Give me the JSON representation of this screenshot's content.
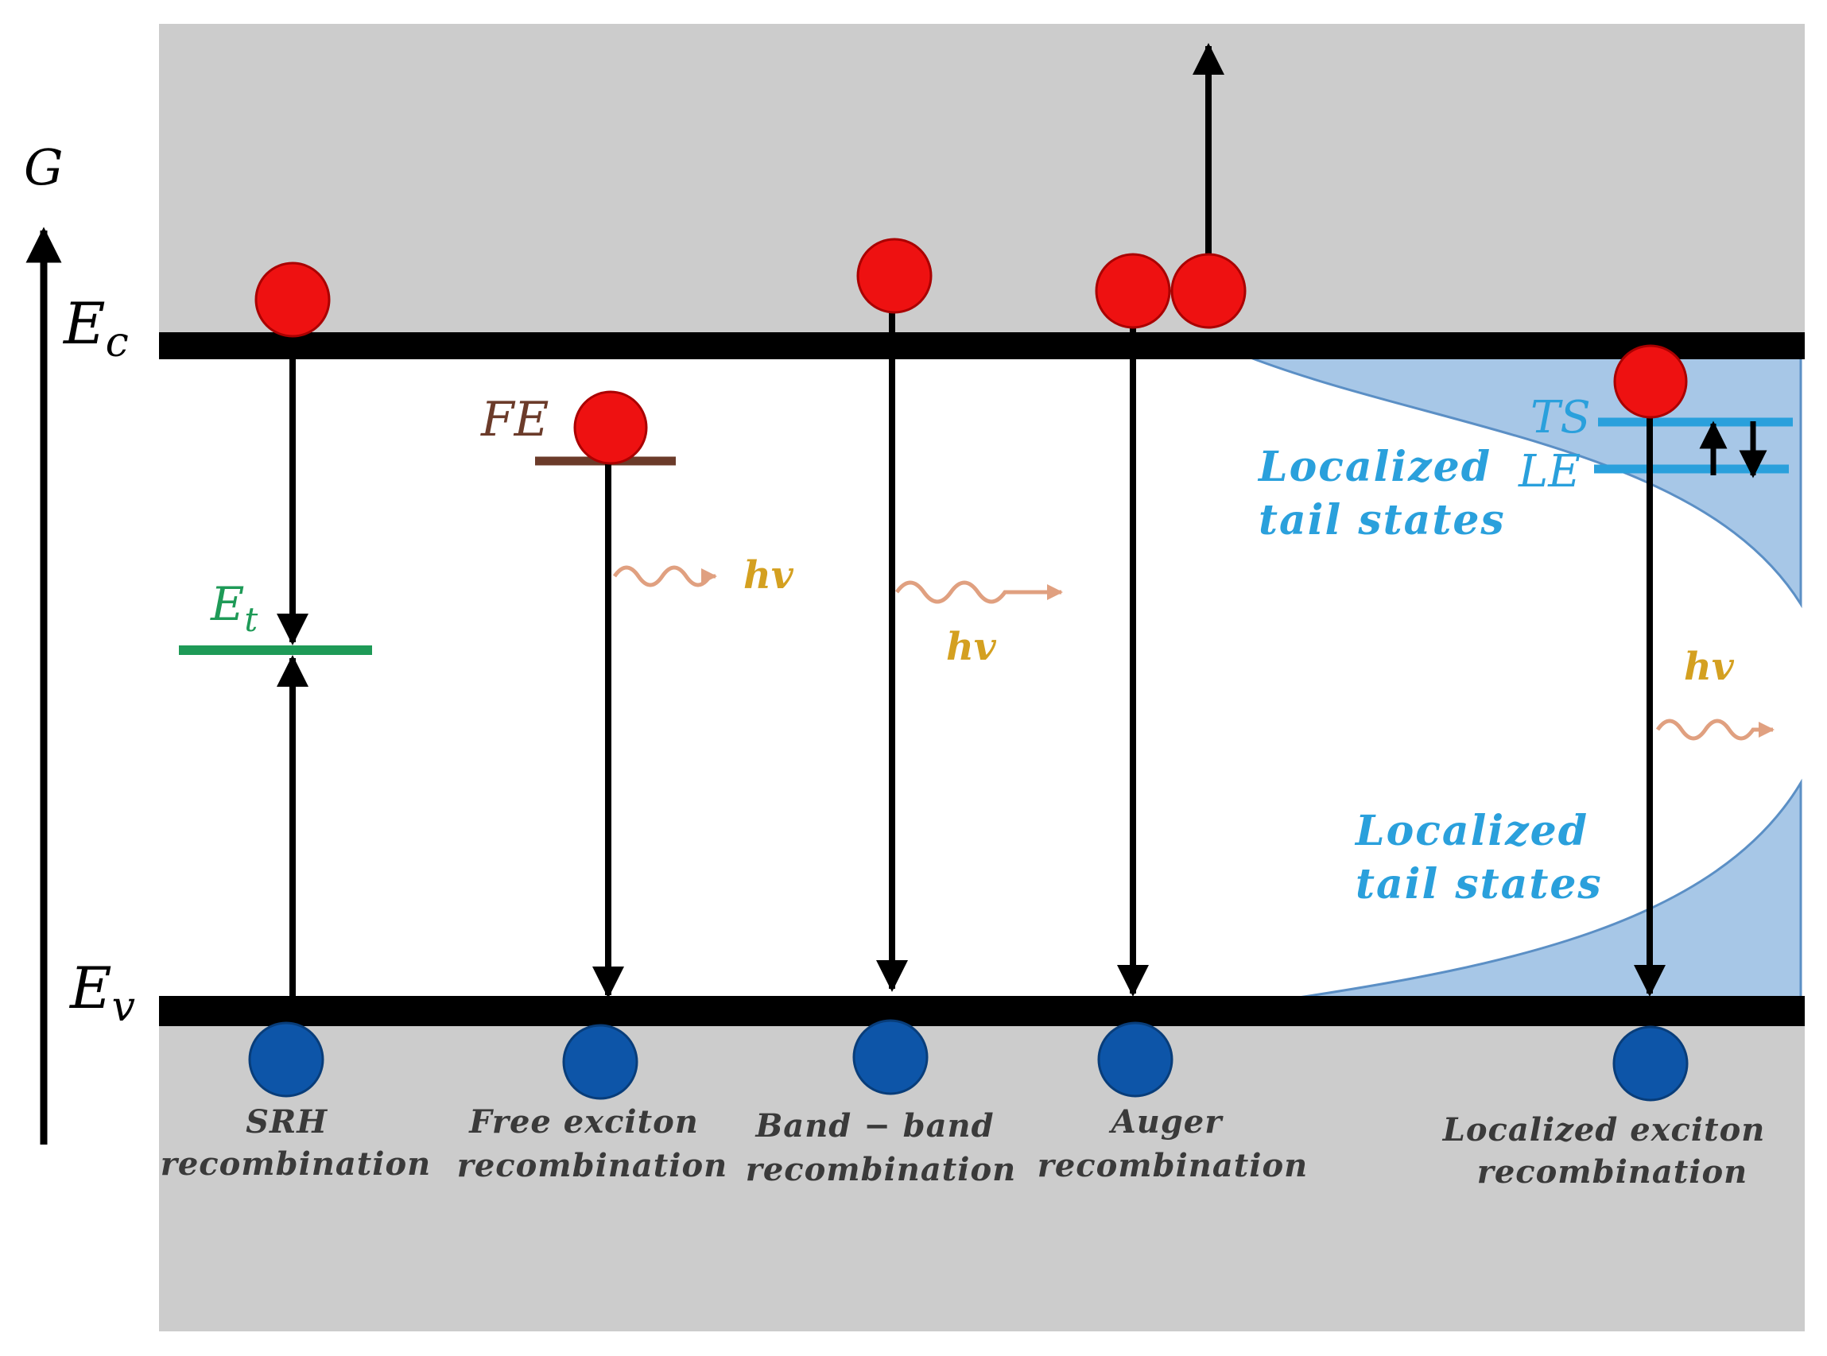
{
  "axis": {
    "label": "G"
  },
  "bands": {
    "conduction": "E",
    "conduction_sub": "c",
    "valence": "E",
    "valence_sub": "v"
  },
  "levels": {
    "trap": "E",
    "trap_sub": "t",
    "free_exciton": "FE",
    "ts": "TS",
    "le": "LE"
  },
  "photon": {
    "label": "hv"
  },
  "tail_states": {
    "upper": [
      "Localized",
      "tail states"
    ],
    "lower": [
      "Localized",
      "tail states"
    ]
  },
  "mechanisms": [
    {
      "line1": "SRH",
      "line2": "recombination"
    },
    {
      "line1": "Free exciton",
      "line2": "recombination"
    },
    {
      "line1": "Band − band",
      "line2": "recombination"
    },
    {
      "line1": "Auger",
      "line2": "recombination"
    },
    {
      "line1": "Localized exciton",
      "line2": "recombination"
    }
  ],
  "colors": {
    "background": "#cccccc",
    "gap": "#ffffff",
    "band_line": "#000000",
    "electron": "#ee1111",
    "hole": "#0d55a8",
    "trap_level": "#1e9a57",
    "free_exciton_level": "#6b3b2a",
    "tail_fill": "#a7c7e7",
    "tail_text": "#2aa0dc",
    "photon_wave": "#e0a080",
    "photon_text": "#d4a020"
  }
}
